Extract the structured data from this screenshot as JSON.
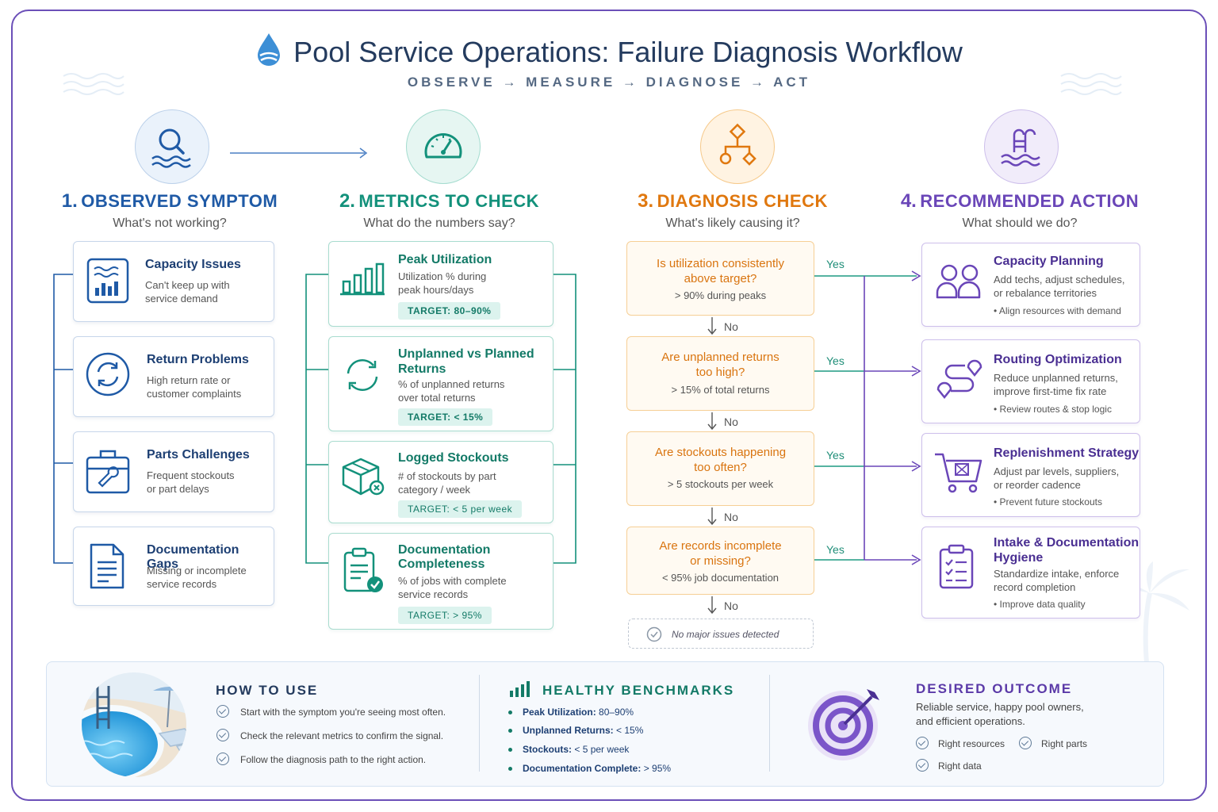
{
  "title": "Pool Service Operations: Failure Diagnosis Workflow",
  "subtitle": "OBSERVE → MEASURE → DIAGNOSE → ACT",
  "colors": {
    "blue": "#1f5aa6",
    "teal": "#13917b",
    "orange": "#e0780f",
    "purple": "#6a46b8"
  },
  "columns": [
    {
      "num": "1.",
      "name": "OBSERVED SYMPTOM",
      "question": "What's not working?"
    },
    {
      "num": "2.",
      "name": "METRICS TO CHECK",
      "question": "What do the numbers say?"
    },
    {
      "num": "3.",
      "name": "DIAGNOSIS CHECK",
      "question": "What's likely causing it?"
    },
    {
      "num": "4.",
      "name": "RECOMMENDED ACTION",
      "question": "What should we do?"
    }
  ],
  "symptoms": [
    {
      "title": "Capacity Issues",
      "desc1": "Can't keep up with",
      "desc2": "service demand",
      "icon": "chart-icon"
    },
    {
      "title": "Return Problems",
      "desc1": "High return rate or",
      "desc2": "customer complaints",
      "icon": "refresh-icon"
    },
    {
      "title": "Parts Challenges",
      "desc1": "Frequent stockouts",
      "desc2": "or part delays",
      "icon": "toolbox-icon"
    },
    {
      "title": "Documentation Gaps",
      "desc1": "Missing or incomplete",
      "desc2": "service records",
      "icon": "document-icon"
    }
  ],
  "metrics": [
    {
      "title1": "Peak Utilization",
      "title2": "",
      "desc1": "Utilization % during",
      "desc2": "peak hours/days",
      "target": "TARGET: 80–90%"
    },
    {
      "title1": "Unplanned vs Planned",
      "title2": "Returns",
      "desc1": "% of unplanned returns",
      "desc2": "over total returns",
      "target": "TARGET: < 15%"
    },
    {
      "title1": "Logged Stockouts",
      "title2": "",
      "desc1": "# of stockouts by part",
      "desc2": "category / week",
      "target": "TARGET: < 5 per week"
    },
    {
      "title1": "Documentation",
      "title2": "Completeness",
      "desc1": "% of jobs with complete",
      "desc2": "service records",
      "target": "TARGET: > 95%"
    }
  ],
  "diagnosis": [
    {
      "q1": "Is utilization consistently",
      "q2": "above target?",
      "detail": "> 90% during peaks"
    },
    {
      "q1": "Are unplanned returns",
      "q2": "too high?",
      "detail": "> 15% of total returns"
    },
    {
      "q1": "Are stockouts happening",
      "q2": "too often?",
      "detail": "> 5 stockouts per week"
    },
    {
      "q1": "Are records incomplete",
      "q2": "or missing?",
      "detail": "< 95% job documentation"
    }
  ],
  "yes_label": "Yes",
  "no_label": "No",
  "no_issues": "No major issues detected",
  "actions": [
    {
      "title1": "Capacity Planning",
      "title2": "",
      "desc1": "Add techs, adjust schedules,",
      "desc2": "or rebalance territories",
      "bullet": "Align resources with demand"
    },
    {
      "title1": "Routing Optimization",
      "title2": "",
      "desc1": "Reduce unplanned returns,",
      "desc2": "improve first-time fix rate",
      "bullet": "Review routes & stop logic"
    },
    {
      "title1": "Replenishment Strategy",
      "title2": "",
      "desc1": "Adjust par levels, suppliers,",
      "desc2": "or reorder cadence",
      "bullet": "Prevent future stockouts"
    },
    {
      "title1": "Intake & Documentation",
      "title2": "Hygiene",
      "desc1": "Standardize intake, enforce",
      "desc2": "record completion",
      "bullet": "Improve data quality"
    }
  ],
  "how_to_use": {
    "heading": "HOW TO USE",
    "steps": [
      "Start with the symptom you're seeing most often.",
      "Check the relevant metrics to confirm the signal.",
      "Follow the diagnosis path to the right action."
    ]
  },
  "benchmarks": {
    "heading": "HEALTHY BENCHMARKS",
    "items": [
      {
        "label": "Peak Utilization:",
        "value": "80–90%"
      },
      {
        "label": "Unplanned Returns:",
        "value": "< 15%"
      },
      {
        "label": "Stockouts:",
        "value": "< 5 per week"
      },
      {
        "label": "Documentation Complete:",
        "value": "> 95%"
      }
    ]
  },
  "outcome": {
    "heading": "DESIRED OUTCOME",
    "desc1": "Reliable service, happy pool owners,",
    "desc2": "and efficient operations.",
    "checks": [
      "Right resources",
      "Right parts",
      "Right data"
    ]
  }
}
